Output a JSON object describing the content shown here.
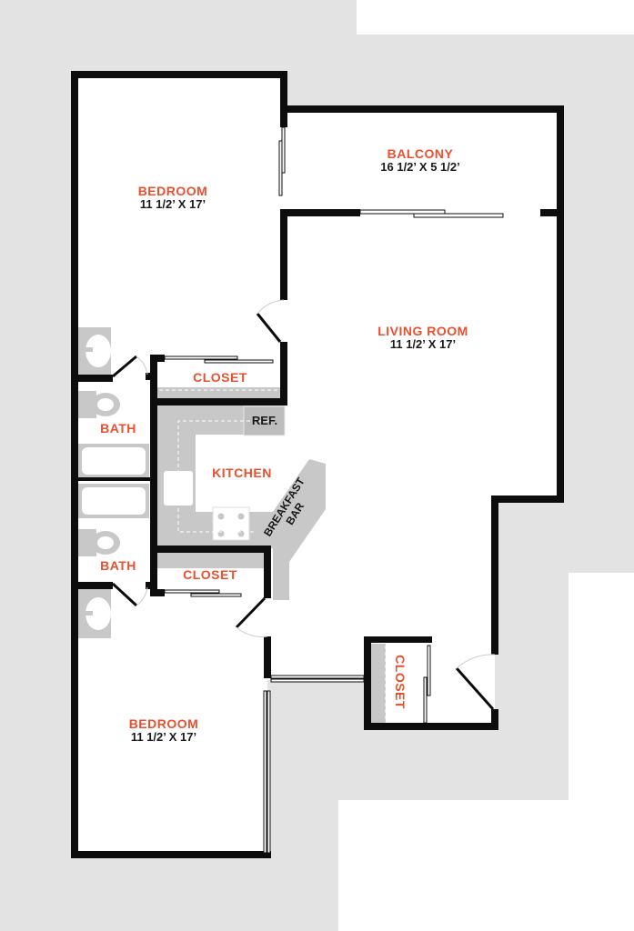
{
  "colors": {
    "wall": "#0d0d0d",
    "outside": "#e3e3e3",
    "fixture": "#c8c8c8",
    "label": "#e8502e",
    "text": "#1a1a1a"
  },
  "rooms": {
    "bedroom_top": {
      "name": "BEDROOM",
      "size": "11 1/2’ X 17’"
    },
    "balcony": {
      "name": "BALCONY",
      "size": "16 1/2’ X 5 1/2’"
    },
    "living": {
      "name": "LIVING ROOM",
      "size": "11 1/2’  X 17’"
    },
    "closet_top": {
      "name": "CLOSET"
    },
    "bath_top": {
      "name": "BATH"
    },
    "kitchen": {
      "name": "KITCHEN"
    },
    "ref": {
      "name": "REF."
    },
    "breakfast_bar": {
      "line1": "BREAKFAST",
      "line2": "BAR"
    },
    "bath_bottom": {
      "name": "BATH"
    },
    "closet_bottom": {
      "name": "CLOSET"
    },
    "closet_right": {
      "name": "CLOSET"
    },
    "bedroom_bottom": {
      "name": "BEDROOM",
      "size": "11 1/2’ X 17’"
    }
  }
}
